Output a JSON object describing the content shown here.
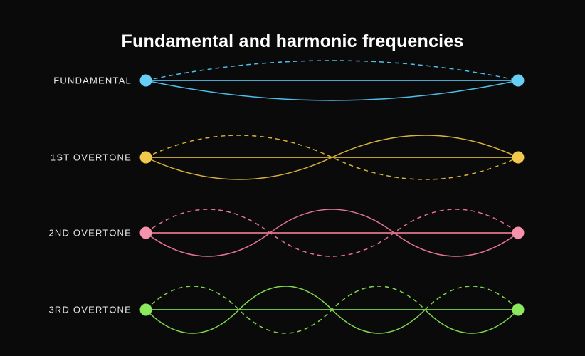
{
  "title": "Fundamental and harmonic frequencies",
  "canvas": {
    "background": "#0a0a0b",
    "title_color": "#ffffff",
    "label_color": "#e9e9e9"
  },
  "waves": [
    {
      "label": "FUNDAMENTAL",
      "line_color": "#4dbfea",
      "dot_color": "#67cef5",
      "half_wavelengths": 1,
      "dashed_humps": [
        "up"
      ],
      "solid_humps": [
        "down"
      ]
    },
    {
      "label": "1ST OVERTONE",
      "line_color": "#d9b23c",
      "dot_color": "#f2c84b",
      "half_wavelengths": 2,
      "dashed_humps": [
        "up",
        "down"
      ],
      "solid_humps": [
        "down",
        "up"
      ]
    },
    {
      "label": "2ND OVERTONE",
      "line_color": "#e4738f",
      "dot_color": "#f792ae",
      "half_wavelengths": 3,
      "dashed_humps": [
        "up",
        "down",
        "up"
      ],
      "solid_humps": [
        "down",
        "up",
        "down"
      ]
    },
    {
      "label": "3RD OVERTONE",
      "line_color": "#80d84f",
      "dot_color": "#8ce85d",
      "half_wavelengths": 4,
      "dashed_humps": [
        "up",
        "down",
        "up",
        "up"
      ],
      "solid_humps": [
        "down",
        "up",
        "down",
        "down"
      ]
    }
  ]
}
